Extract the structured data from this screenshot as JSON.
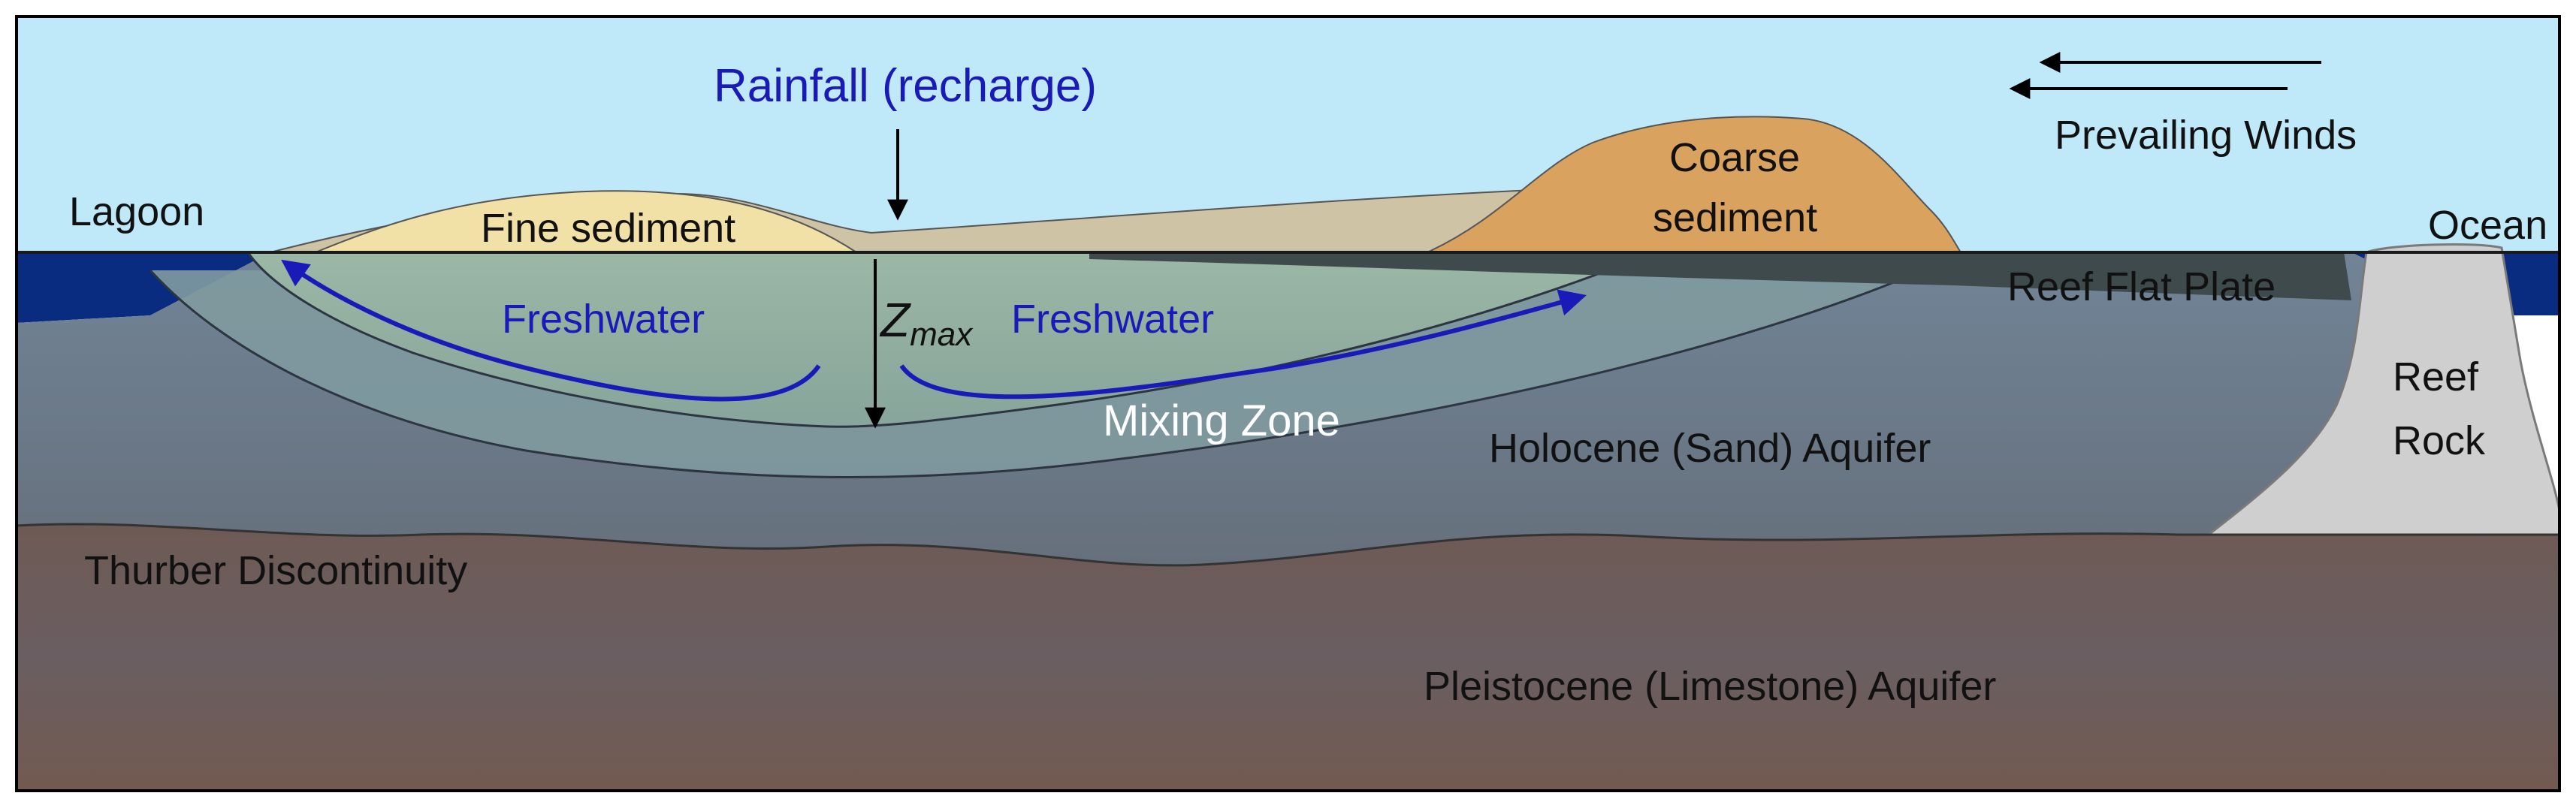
{
  "labels": {
    "rainfall": "Rainfall (recharge)",
    "prevailing_winds": "Prevailing Winds",
    "lagoon": "Lagoon",
    "ocean": "Ocean",
    "fine_sediment": "Fine sediment",
    "coarse_sediment_line1": "Coarse",
    "coarse_sediment_line2": "sediment",
    "freshwater_left": "Freshwater",
    "freshwater_right": "Freshwater",
    "z_main": "Z",
    "z_sub": "max",
    "mixing_zone": "Mixing Zone",
    "reef_flat_plate": "Reef Flat Plate",
    "reef_rock_line1": "Reef",
    "reef_rock_line2": "Rock",
    "holocene_aquifer": "Holocene (Sand) Aquifer",
    "thurber_discontinuity": "Thurber Discontinuity",
    "pleistocene_aquifer": "Pleistocene (Limestone) Aquifer"
  },
  "colors": {
    "sky": "#bfe9f9",
    "water": "#0a2c80",
    "fine_sediment": "#f2e1a6",
    "coarse_sediment": "#d9a35f",
    "beach_sand": "#cfc3a6",
    "freshwater_lens": "#8fae9f",
    "mixing_zone": "#7f9aa0",
    "holocene": "#6d7f8e",
    "pleistocene": "#6e5a54",
    "reef_rock": "#cfcfcf",
    "reef_flat": "#3f4a4c",
    "flow_arrow": "#1a1ab8"
  }
}
